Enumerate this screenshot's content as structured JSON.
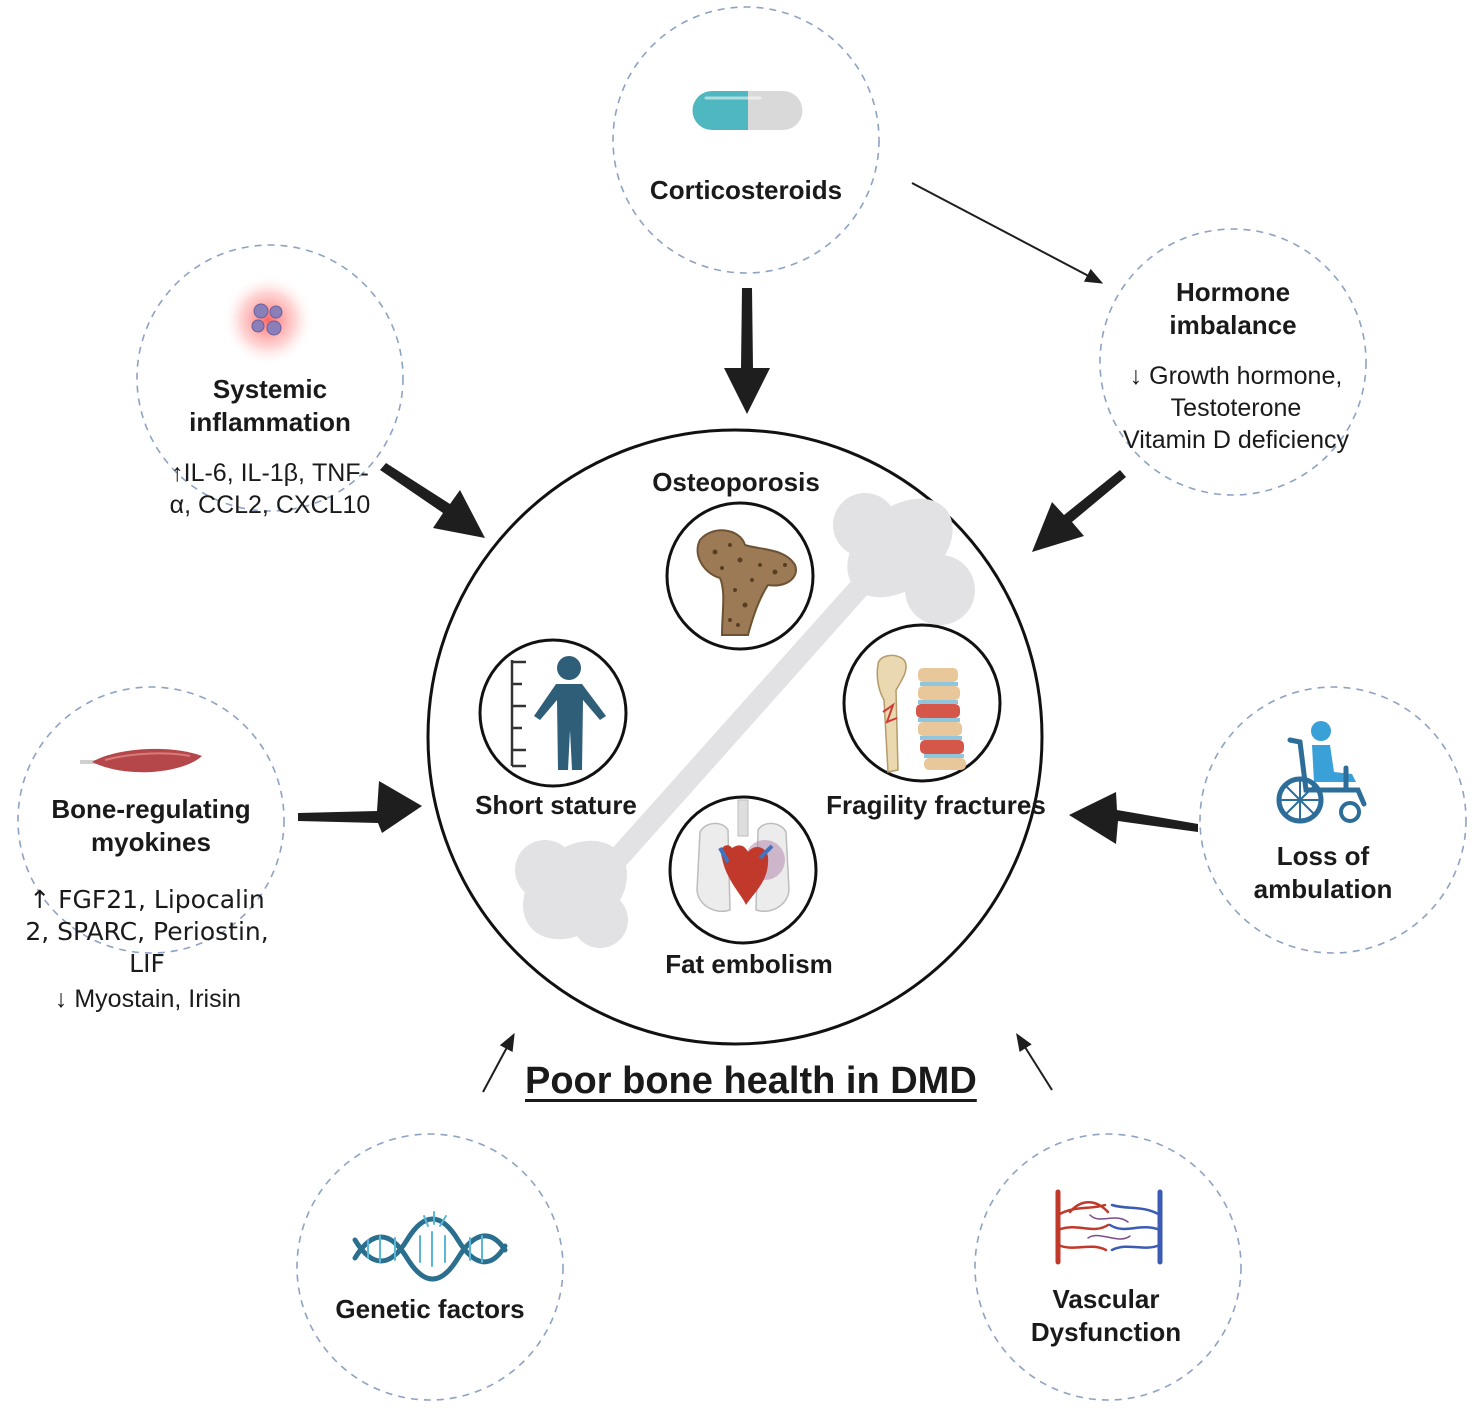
{
  "title": "Poor bone health in DMD",
  "center": {
    "osteoporosis": "Osteoporosis",
    "short_stature": "Short stature",
    "fragility_fractures": "Fragility fractures",
    "fat_embolism": "Fat embolism"
  },
  "factors": {
    "corticosteroids": {
      "label": "Corticosteroids"
    },
    "hormone": {
      "label": [
        "Hormone",
        "imbalance"
      ],
      "details": [
        "↓ Growth hormone,",
        "Testoterone",
        "Vitamin D deficiency"
      ]
    },
    "inflammation": {
      "label": [
        "Systemic",
        "inflammation"
      ],
      "details": [
        "↑IL-6, IL-1β, TNF-",
        "α, CCL2, CXCL10"
      ]
    },
    "myokines": {
      "label": [
        "Bone-regulating",
        "myokines"
      ],
      "details_up": [
        "↑ FGF21, Lipocalin",
        "2, SPARC, Periostin,",
        "LIF"
      ],
      "details_down": "↓ Myostain, Irisin"
    },
    "ambulation": {
      "label": [
        "Loss of",
        "ambulation"
      ]
    },
    "genetic": {
      "label": "Genetic factors"
    },
    "vascular": {
      "label": [
        "Vascular",
        "Dysfunction"
      ]
    }
  },
  "icons": [
    "capsule-icon",
    "inflammation-cells-icon",
    "muscle-icon",
    "wheelchair-icon",
    "dna-icon",
    "blood-vessels-icon",
    "femur-icon",
    "person-height-icon",
    "spine-fracture-icon",
    "heart-lungs-icon",
    "bone-icon"
  ],
  "colors": {
    "capsule_teal": "#4fb7c0",
    "capsule_grey": "#d9d9d9",
    "bone_grey": "#e2e2e4",
    "person_blue": "#2f5f78",
    "wheelchair_blue": "#2c6d99",
    "dna_teal": "#2b6f8f",
    "vessel_red": "#c0392b",
    "vessel_blue": "#3b5bb5",
    "dashed_circle": "#8ea3c4",
    "arrow": "#1e1e1e"
  }
}
